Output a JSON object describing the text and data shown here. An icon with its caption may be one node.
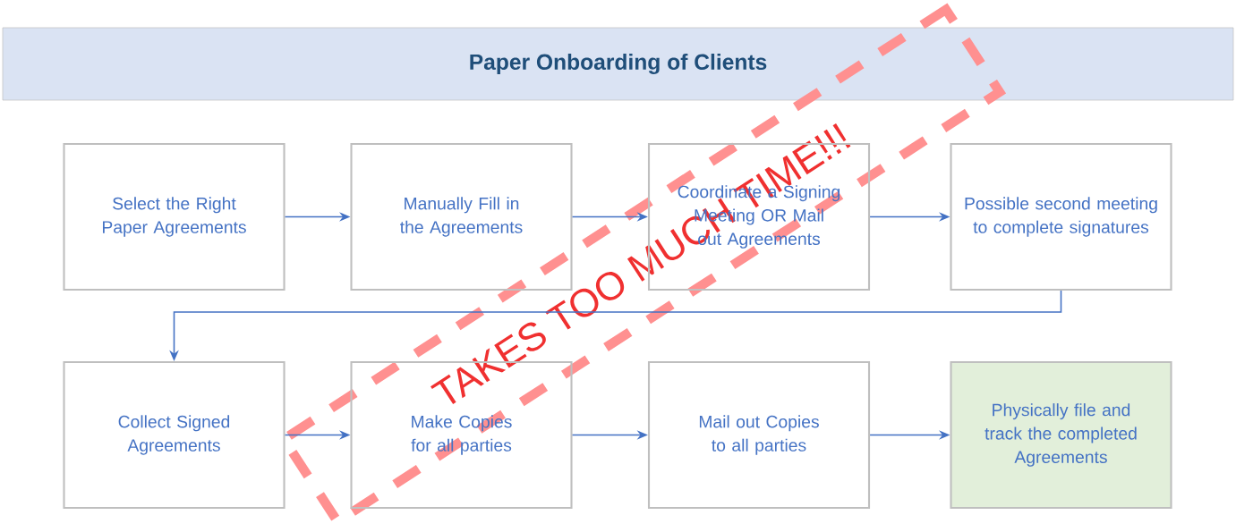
{
  "diagram": {
    "title": "Paper Onboarding of Clients",
    "nodes": [
      {
        "text": [
          "Select the Right Paper Agreements"
        ]
      },
      {
        "text": [
          "Manually Fill in the Agreements"
        ]
      },
      {
        "text": [
          "Coordinate a Signing Meeting OR Mail out Agreements"
        ]
      },
      {
        "text": [
          "Possible second meeting to complete signatures"
        ]
      },
      {
        "text": [
          "Collect Signed Agreements"
        ]
      },
      {
        "text": [
          "Make Copies for all parties"
        ]
      },
      {
        "text": [
          "Mail out Copies to all parties"
        ]
      },
      {
        "text": [
          "Physically file and track the completed Agreements"
        ]
      }
    ],
    "edges": [
      {
        "from": 0,
        "to": 1,
        "arrow": "to"
      },
      {
        "from": 1,
        "to": 2,
        "arrow": "to"
      },
      {
        "from": 2,
        "to": 3,
        "arrow": "to"
      },
      {
        "from": 3,
        "to": 4,
        "arrow": "to"
      },
      {
        "from": 4,
        "to": 5,
        "arrow": "to"
      },
      {
        "from": 5,
        "to": 6,
        "arrow": "to"
      },
      {
        "from": 6,
        "to": 7,
        "arrow": "to"
      }
    ],
    "labels": [
      "TAKES TOO MUCH TIME!!!"
    ]
  }
}
